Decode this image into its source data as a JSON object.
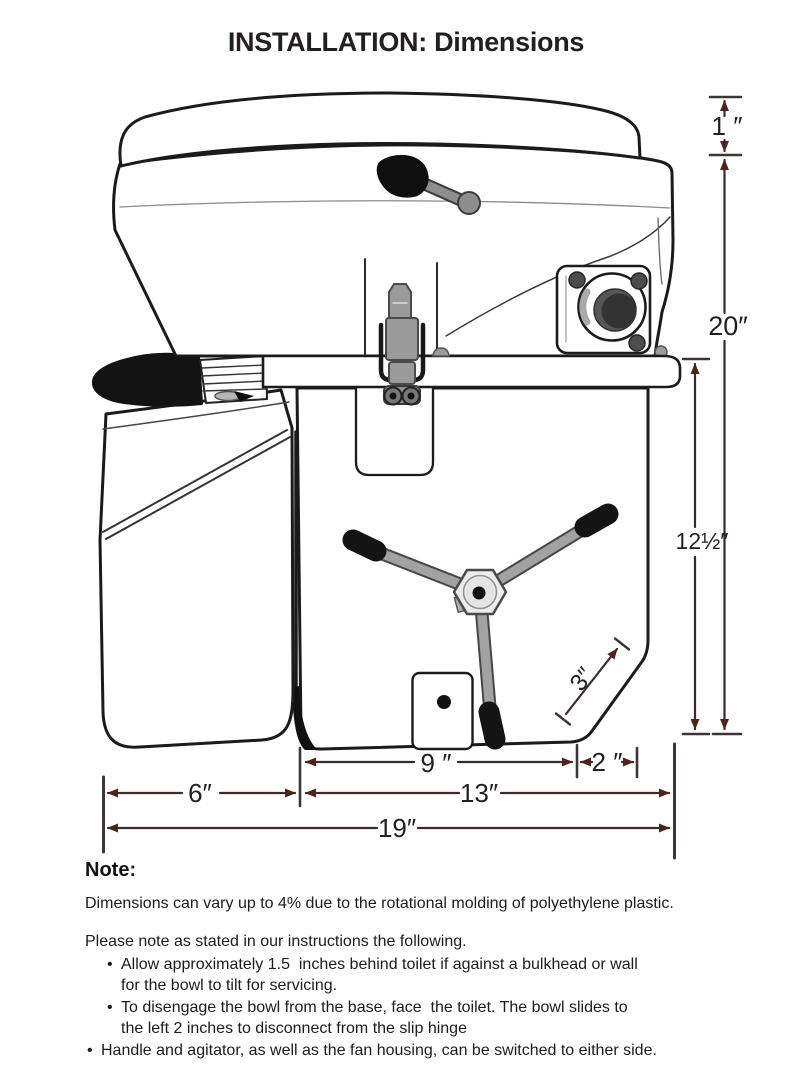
{
  "title": "INSTALLATION: Dimensions",
  "diagram": {
    "dimensions": {
      "lid_to_seat_gap": "1 ″",
      "overall_height": "20″",
      "base_height": "12½″",
      "handle_clearance": "3″",
      "base_bottom_width": "9 ″",
      "base_chamfer_width": "2 ″",
      "bottle_width": "6″",
      "base_width": "13″",
      "overall_width": "19″"
    }
  },
  "note": {
    "heading": "Note:",
    "body": "Dimensions can vary up to 4% due to the rotational molding of polyethylene plastic.",
    "intro": "Please note as stated in our instructions the following.",
    "bullet_glyph": "•",
    "bullets": [
      {
        "lines": [
          "Allow approximately 1.5  inches behind toilet if against a bulkhead or wall",
          "for the bowl to tilt for servicing."
        ]
      },
      {
        "lines": [
          "To disengage the bowl from the base, face  the toilet. The bowl slides to",
          "the left 2 inches to disconnect from the slip hinge"
        ]
      },
      {
        "lines": [
          "Handle and agitator, as well as the fan housing, can be switched to either side."
        ]
      }
    ]
  },
  "colors": {
    "ink": "#231f20",
    "dimension_line": "#382b28",
    "arrowhead": "#4a2420",
    "hardware_gray": "#9b9b9b"
  }
}
